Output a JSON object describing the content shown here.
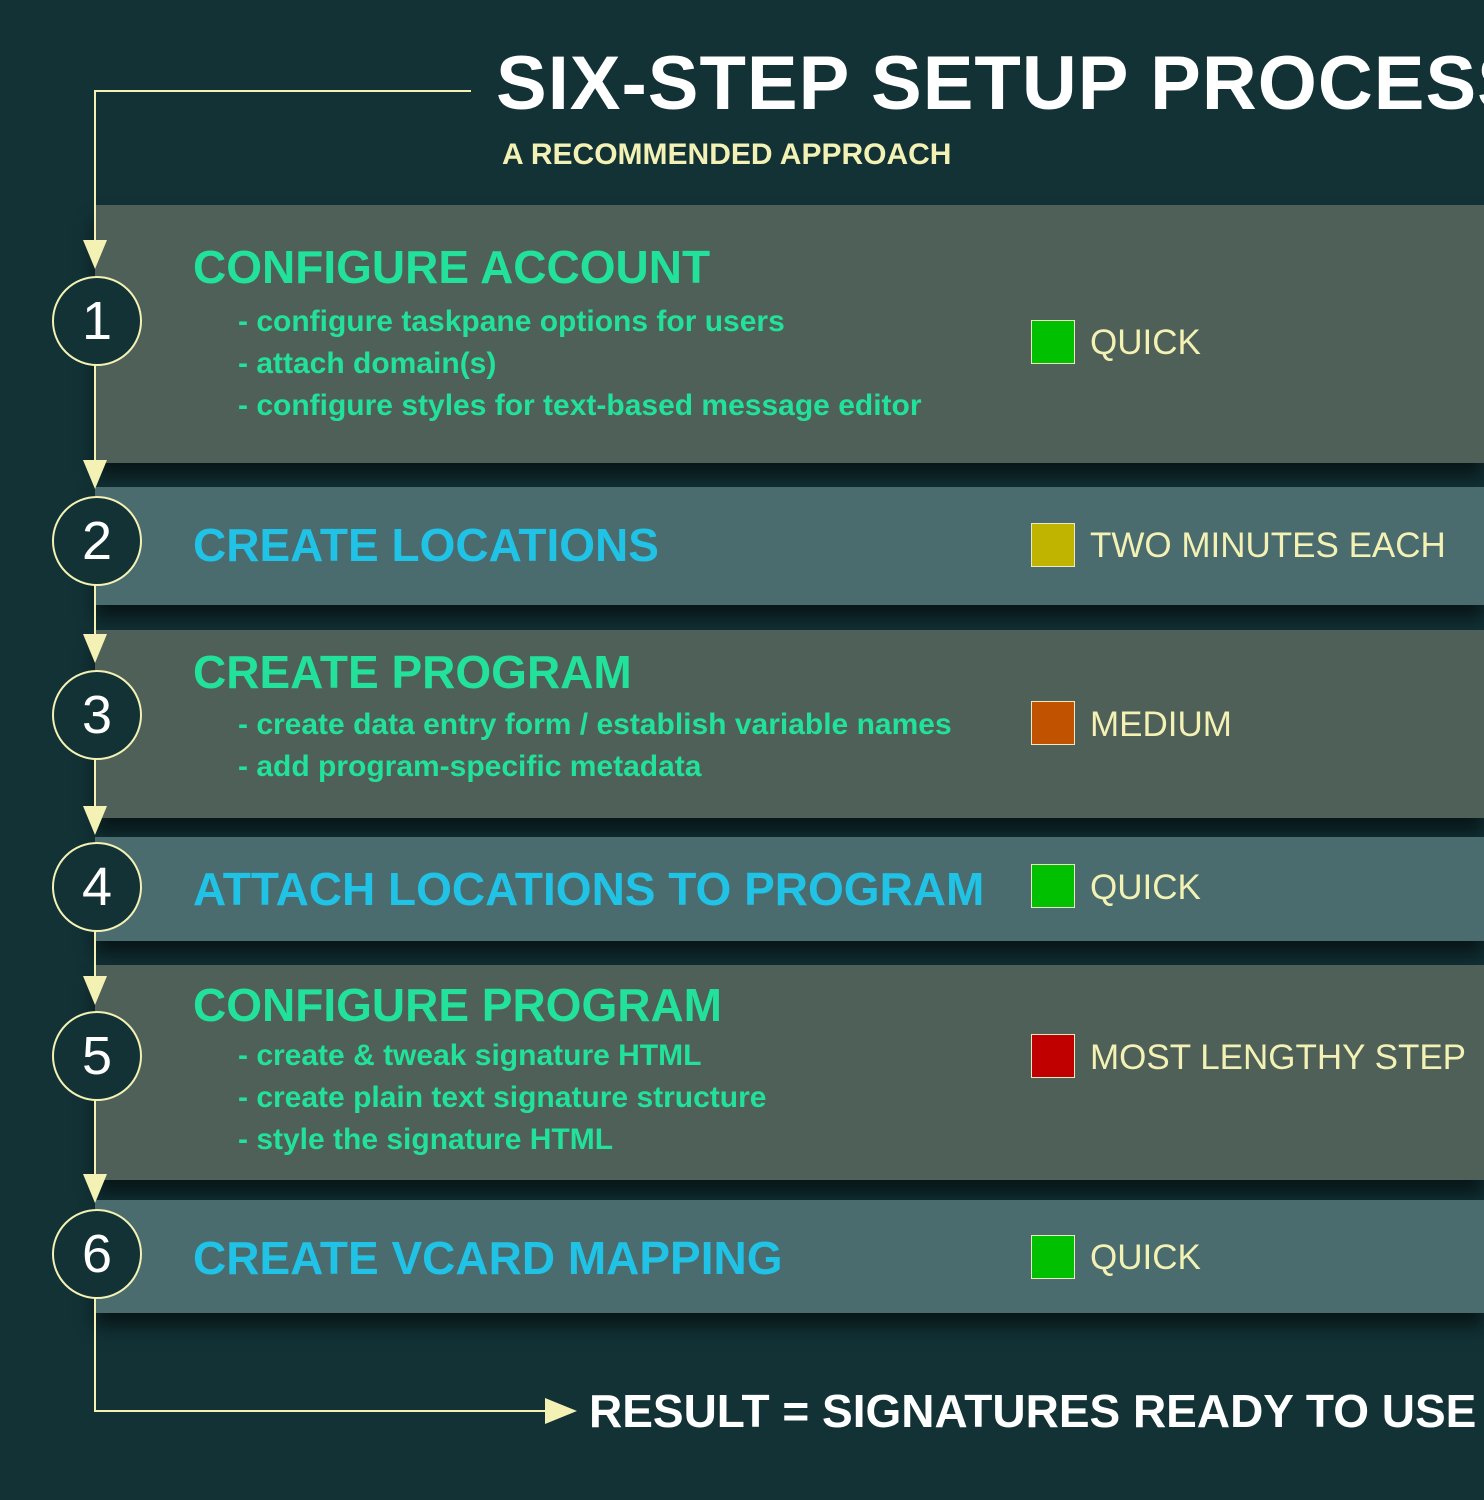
{
  "header": {
    "title": "SIX-STEP SETUP PROCESS",
    "subtitle": "A RECOMMENDED APPROACH"
  },
  "steps": [
    {
      "number": "1",
      "title": "CONFIGURE ACCOUNT",
      "bullets": [
        "- configure taskpane options for users",
        "- attach domain(s)",
        "- configure styles for text-based message editor"
      ],
      "status": "QUICK",
      "status_color": "#00c000"
    },
    {
      "number": "2",
      "title": "CREATE LOCATIONS",
      "bullets": [],
      "status": "TWO MINUTES EACH",
      "status_color": "#c0b400"
    },
    {
      "number": "3",
      "title": "CREATE PROGRAM",
      "bullets": [
        "- create data entry form / establish variable names",
        "- add program-specific metadata"
      ],
      "status": "MEDIUM",
      "status_color": "#c05200"
    },
    {
      "number": "4",
      "title": "ATTACH LOCATIONS TO PROGRAM",
      "bullets": [],
      "status": "QUICK",
      "status_color": "#00c000"
    },
    {
      "number": "5",
      "title": "CONFIGURE PROGRAM",
      "bullets": [
        "- create & tweak signature HTML",
        "- create plain text signature structure",
        "- style the signature HTML"
      ],
      "status": "MOST LENGTHY STEP",
      "status_color": "#c00000"
    },
    {
      "number": "6",
      "title": "CREATE VCARD MAPPING",
      "bullets": [],
      "status": "QUICK",
      "status_color": "#00c000"
    }
  ],
  "result": "RESULT = SIGNATURES READY TO USE",
  "colors": {
    "background": "#123236",
    "band_detailed": "#4f6058",
    "band_simple": "#4a6c6f",
    "title_green": "#22e19b",
    "title_blue": "#20c3e6",
    "accent_cream": "#f3f2b4"
  }
}
